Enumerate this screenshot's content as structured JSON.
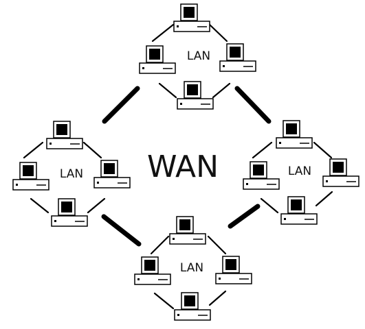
{
  "diagram": {
    "wan_label": "WAN",
    "lans": [
      {
        "label": "LAN"
      },
      {
        "label": "LAN"
      },
      {
        "label": "LAN"
      },
      {
        "label": "LAN"
      }
    ],
    "colors": {
      "line": "#000000",
      "background": "#ffffff",
      "screen": "#000000"
    }
  }
}
